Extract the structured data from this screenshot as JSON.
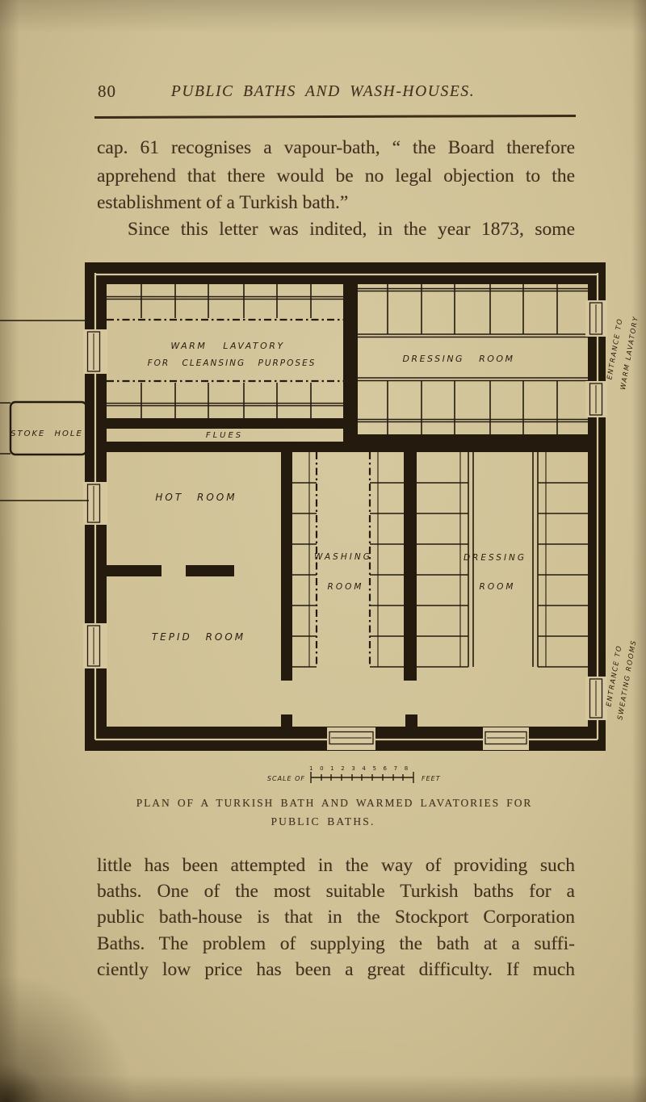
{
  "colors": {
    "paper": "#cfc196",
    "text_ink": "#43321f",
    "plan_ink": "#241a0e"
  },
  "header": {
    "page_number": "80",
    "running_title": "PUBLIC BATHS AND WASH-HOUSES."
  },
  "paragraph_top": {
    "lines": [
      "cap. 61 recognises a vapour-bath, “ the Board therefore",
      "apprehend that there would be no legal objection to the",
      "establishment of a Turkish bath.”",
      "Since this letter was indited, in the year 1873, some"
    ]
  },
  "figure": {
    "caption_line1": "PLAN OF A TURKISH BATH AND WARMED LAVATORIES FOR",
    "caption_line2": "PUBLIC BATHS.",
    "rooms": {
      "warm_lavatory_line1": "WARM LAVATORY",
      "warm_lavatory_line2": "FOR CLEANSING PURPOSES",
      "dressing_room_upper": "DRESSING ROOM",
      "flues": "FLUES",
      "hot_room": "HOT ROOM",
      "tepid_room": "TEPID ROOM",
      "washing_room_line1": "WASHING",
      "washing_room_line2": "ROOM",
      "dressing_room_lower_line1": "DRESSING",
      "dressing_room_lower_line2": "ROOM",
      "stoke_hole": "STOKE HOLE"
    },
    "entrances": {
      "upper_line1": "ENTRANCE TO",
      "upper_line2": "WARM LAVATORY",
      "lower_line1": "ENTRANCE TO",
      "lower_line2": "SWEATING ROOMS"
    },
    "scale_bar": {
      "prefix": "SCALE OF",
      "numbers": "1 0 1 2 3 4 5 6 7 8",
      "suffix": "FEET"
    }
  },
  "paragraph_bottom": {
    "lines": [
      "little has been attempted in the way of providing such",
      "baths.  One of the most suitable Turkish baths for  a",
      "public bath-house is that in the Stockport Corporation",
      "Baths.  The problem of supplying the bath at a suffi-",
      "ciently low price has been a great difficulty.  If much"
    ]
  }
}
